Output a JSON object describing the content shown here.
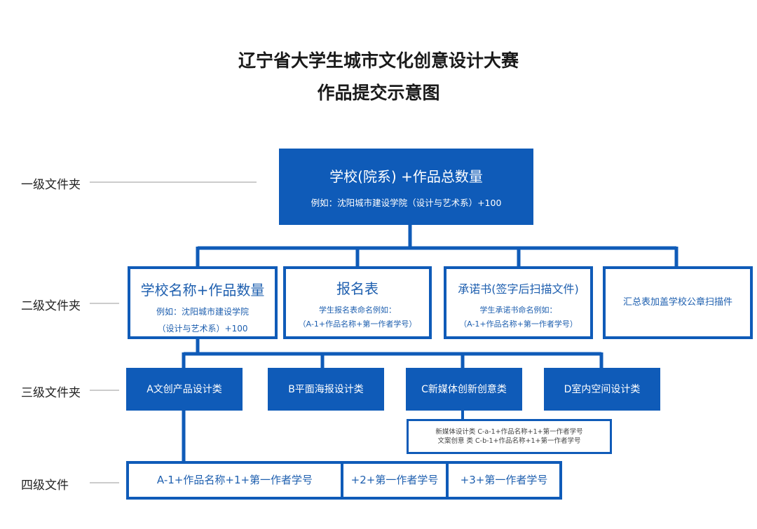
{
  "title": {
    "line1": "辽宁省大学生城市文化创意设计大赛",
    "line2": "作品提交示意图"
  },
  "levels": {
    "l1": "一级文件夹",
    "l2": "二级文件夹",
    "l3": "三级文件夹",
    "l4": "四级文件"
  },
  "root": {
    "title": "学校(院系) +作品总数量",
    "example": "例如：沈阳城市建设学院（设计与艺术系）+100"
  },
  "level2": {
    "school": {
      "title": "学校名称+作品数量",
      "example1": "例如：沈阳城市建设学院",
      "example2": "（设计与艺术系）+100"
    },
    "form": {
      "title": "报名表",
      "rule": "学生报名表命名例如：",
      "example": "（A-1+作品名称+第一作者学号）"
    },
    "pledge": {
      "title": "承诺书(签字后扫描文件)",
      "rule": "学生承诺书命名例如：",
      "example": "（A-1+作品名称+第一作者学号）"
    },
    "summary": {
      "title": "汇总表加盖学校公章扫描件"
    }
  },
  "level3": {
    "a": "A文创产品设计类",
    "b": "B平面海报设计类",
    "c": "C新媒体创新创意类",
    "d": "D室内空间设计类",
    "c_note1": "新媒体设计类 C-a-1+作品名称+1+第一作者学号",
    "c_note2": "文案创意 类 C-b-1+作品名称+1+第一作者学号"
  },
  "level4": {
    "file1": "A-1+作品名称+1+第一作者学号",
    "file2": "+2+第一作者学号",
    "file3": "+3+第一作者学号"
  },
  "colors": {
    "primary_blue": "#0f5bb8",
    "connector_gray": "#999999"
  }
}
